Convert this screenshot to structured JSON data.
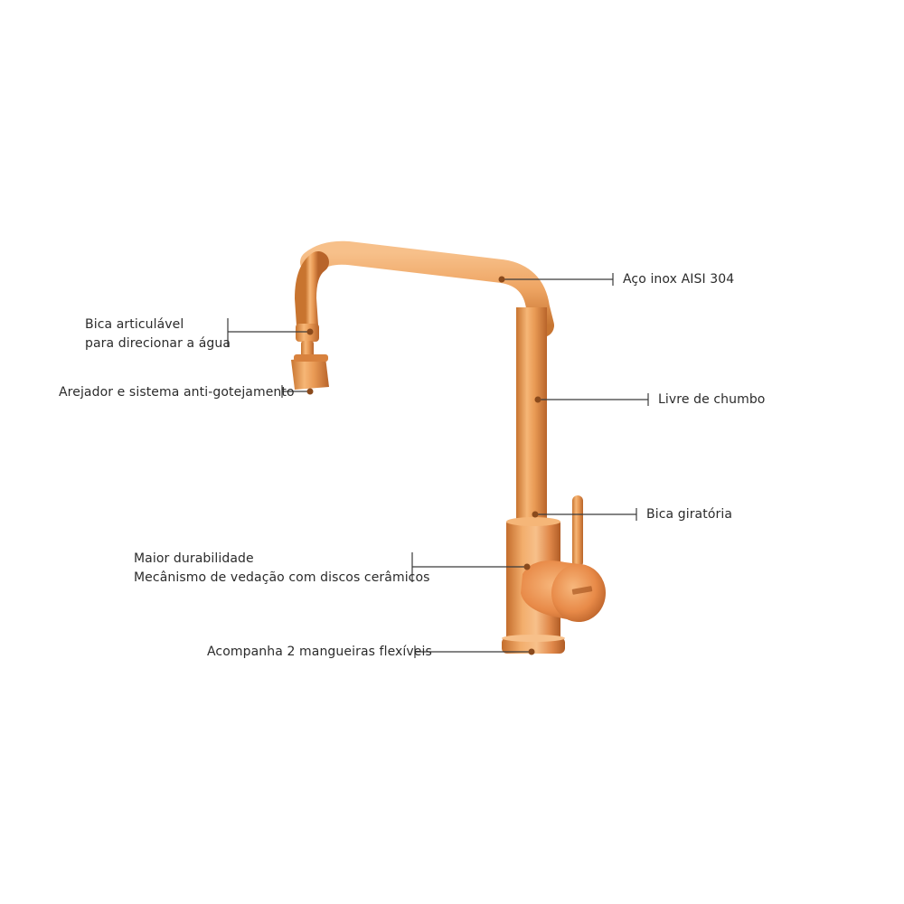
{
  "colors": {
    "copper_light": "#f7c08a",
    "copper_mid": "#e5904a",
    "copper_dark": "#b8642a",
    "line": "#3a3a3a",
    "dot": "#8a4a1c",
    "text": "#2b2b2b"
  },
  "callouts": {
    "aco_inox": "Aço inox AISI 304",
    "livre_chumbo": "Livre de chumbo",
    "bica_giratoria": "Bica giratória",
    "bica_articulavel_1": "Bica articulável",
    "bica_articulavel_2": "para direcionar a água",
    "arejador": "Arejador e sistema anti-gotejamento",
    "durabilidade_1": "Maior durabilidade",
    "durabilidade_2": "Mecânismo de vedação com discos cerâmicos",
    "mangueiras": "Acompanha 2 mangueiras flexíveis"
  }
}
